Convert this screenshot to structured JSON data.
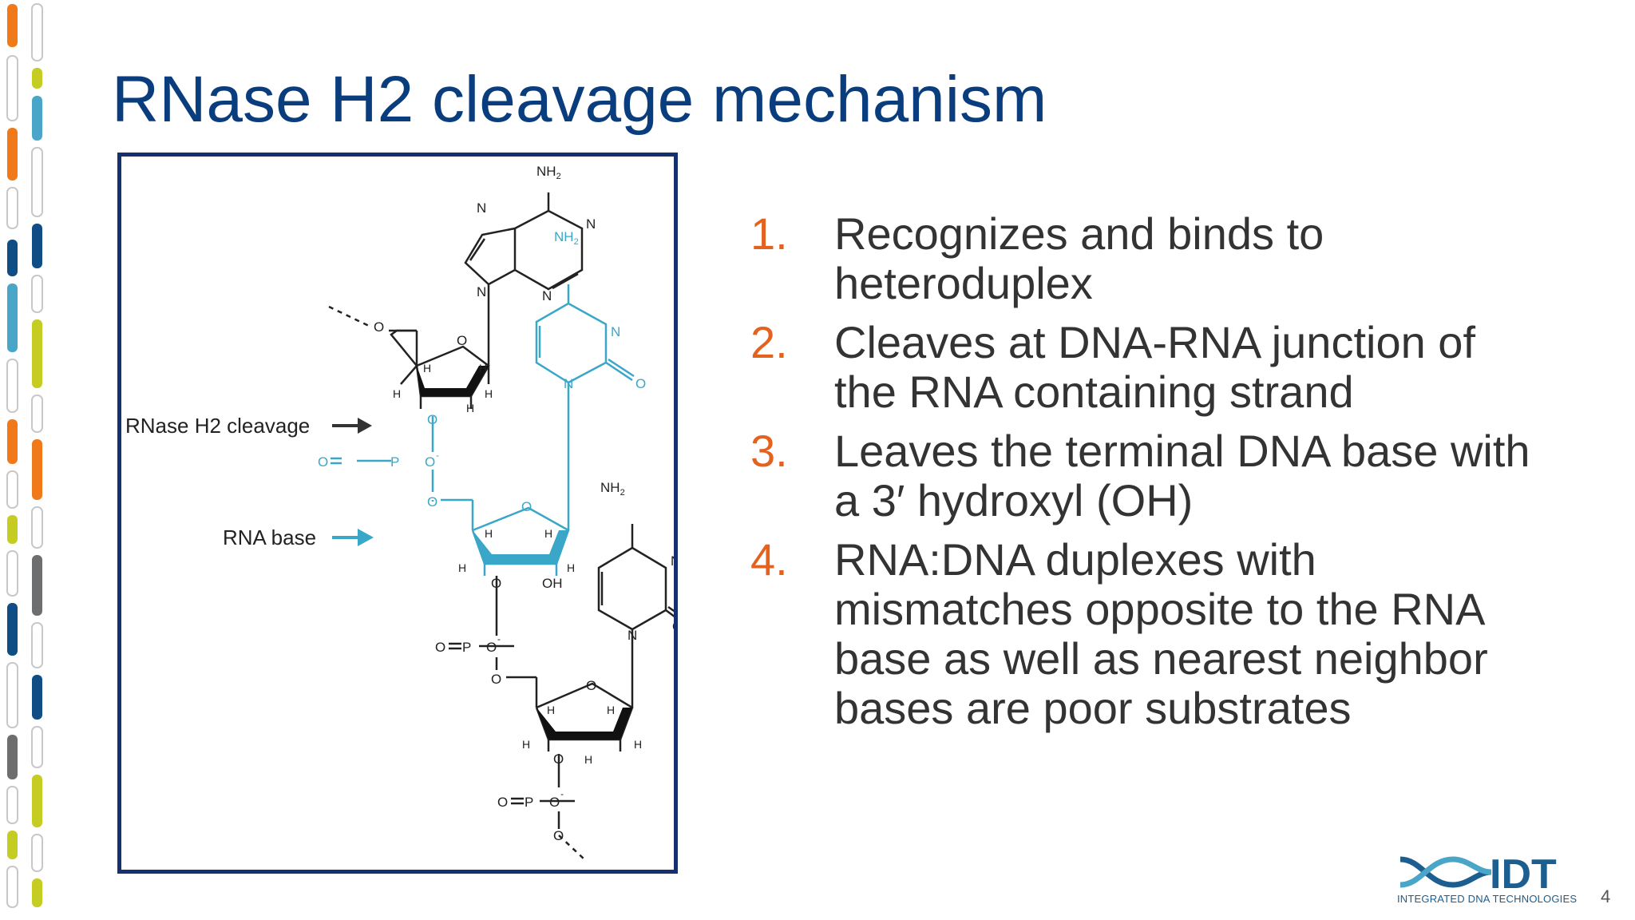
{
  "slide": {
    "title": "RNase H2 cleavage mechanism",
    "page_number": "4"
  },
  "figure": {
    "label_cleavage": "RNase H2 cleavage",
    "label_rna_base": "RNA base",
    "atoms": {
      "nh2": "NH",
      "nh2_sub": "2",
      "n": "N",
      "o": "O",
      "h": "H",
      "p": "P",
      "oh": "OH",
      "o_minus": "O",
      "minus": "-"
    }
  },
  "steps": [
    {
      "number": "1.",
      "lines": [
        "Recognizes and binds to",
        "heteroduplex"
      ]
    },
    {
      "number": "2.",
      "lines": [
        "Cleaves at DNA-RNA junction of",
        "the RNA containing strand"
      ]
    },
    {
      "number": "3.",
      "lines": [
        "Leaves the terminal DNA base with",
        "a 3′ hydroxyl (OH)"
      ]
    },
    {
      "number": "4.",
      "lines": [
        "RNA:DNA duplexes with",
        "mismatches opposite to the RNA",
        "base as well as nearest neighbor",
        "bases are poor substrates"
      ]
    }
  ],
  "logo": {
    "text": "IDT",
    "subtitle": "INTEGRATED DNA TECHNOLOGIES"
  },
  "colors": {
    "title": "#0a3d7e",
    "numbers": "#e4621f",
    "body_text": "#333333",
    "rna_highlight": "#3aa7c9",
    "figure_border": "#14306e",
    "strip_orange": "#f07a1a",
    "strip_lime": "#c5cd22",
    "strip_teal": "#4aa6c8",
    "strip_navy": "#0f4d84",
    "strip_gray": "#6d6e70"
  }
}
